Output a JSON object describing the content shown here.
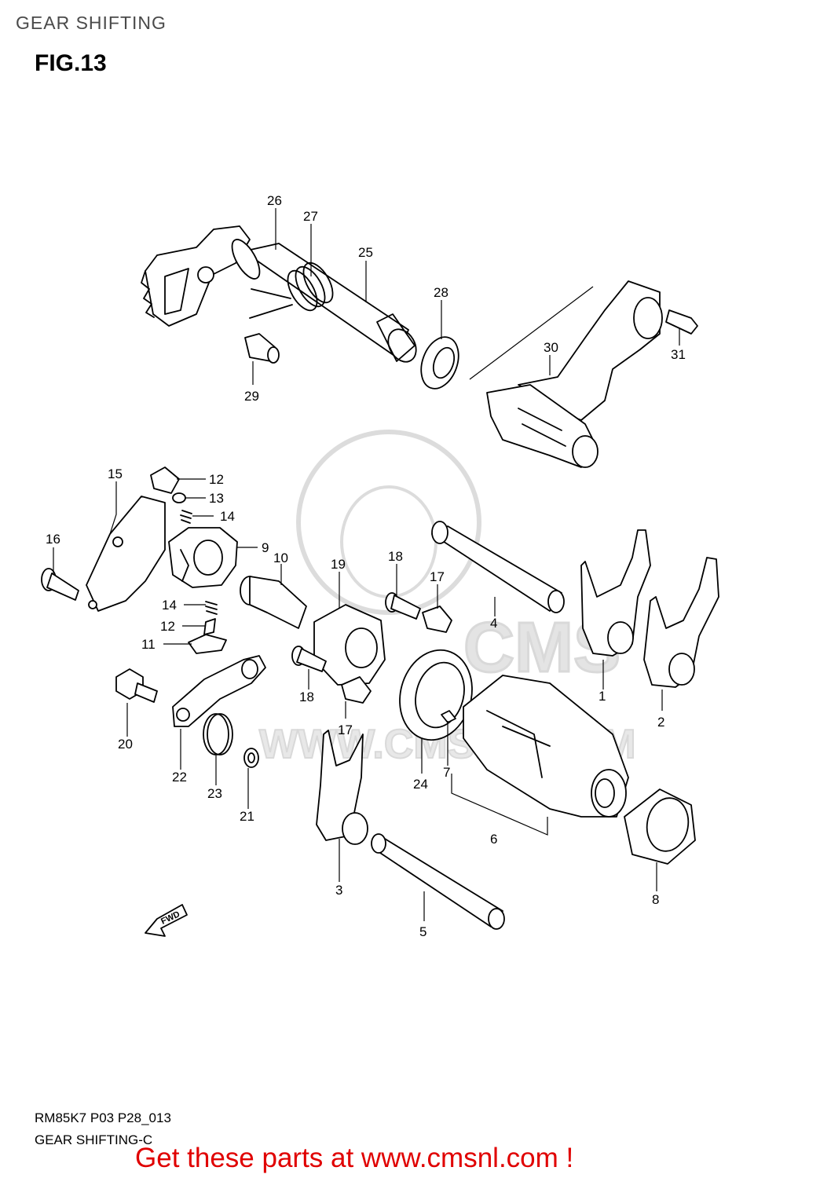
{
  "header": {
    "title": "GEAR SHIFTING",
    "figure": "FIG.13"
  },
  "diagram": {
    "watermark": {
      "text": "WWW.CMSNL.COM",
      "logo_text": "CMS"
    },
    "fwd_label": "FWD",
    "callouts": [
      {
        "id": "c26",
        "label": "26"
      },
      {
        "id": "c27",
        "label": "27"
      },
      {
        "id": "c25",
        "label": "25"
      },
      {
        "id": "c28",
        "label": "28"
      },
      {
        "id": "c29",
        "label": "29"
      },
      {
        "id": "c30",
        "label": "30"
      },
      {
        "id": "c31",
        "label": "31"
      },
      {
        "id": "c15",
        "label": "15"
      },
      {
        "id": "c12a",
        "label": "12"
      },
      {
        "id": "c13",
        "label": "13"
      },
      {
        "id": "c14a",
        "label": "14"
      },
      {
        "id": "c16",
        "label": "16"
      },
      {
        "id": "c9",
        "label": "9"
      },
      {
        "id": "c10",
        "label": "10"
      },
      {
        "id": "c19",
        "label": "19"
      },
      {
        "id": "c18a",
        "label": "18"
      },
      {
        "id": "c17a",
        "label": "17"
      },
      {
        "id": "c4",
        "label": "4"
      },
      {
        "id": "c14b",
        "label": "14"
      },
      {
        "id": "c12b",
        "label": "12"
      },
      {
        "id": "c11",
        "label": "11"
      },
      {
        "id": "c18b",
        "label": "18"
      },
      {
        "id": "c17b",
        "label": "17"
      },
      {
        "id": "c1",
        "label": "1"
      },
      {
        "id": "c2",
        "label": "2"
      },
      {
        "id": "c20",
        "label": "20"
      },
      {
        "id": "c22",
        "label": "22"
      },
      {
        "id": "c23",
        "label": "23"
      },
      {
        "id": "c21",
        "label": "21"
      },
      {
        "id": "c24",
        "label": "24"
      },
      {
        "id": "c7",
        "label": "7"
      },
      {
        "id": "c6",
        "label": "6"
      },
      {
        "id": "c3",
        "label": "3"
      },
      {
        "id": "c8",
        "label": "8"
      },
      {
        "id": "c5",
        "label": "5"
      }
    ]
  },
  "footer": {
    "model_code": "RM85K7 P03 P28_013",
    "caption": "GEAR SHIFTING-C",
    "cta": "Get these parts at www.cmsnl.com !",
    "cta_color": "#e00000"
  }
}
